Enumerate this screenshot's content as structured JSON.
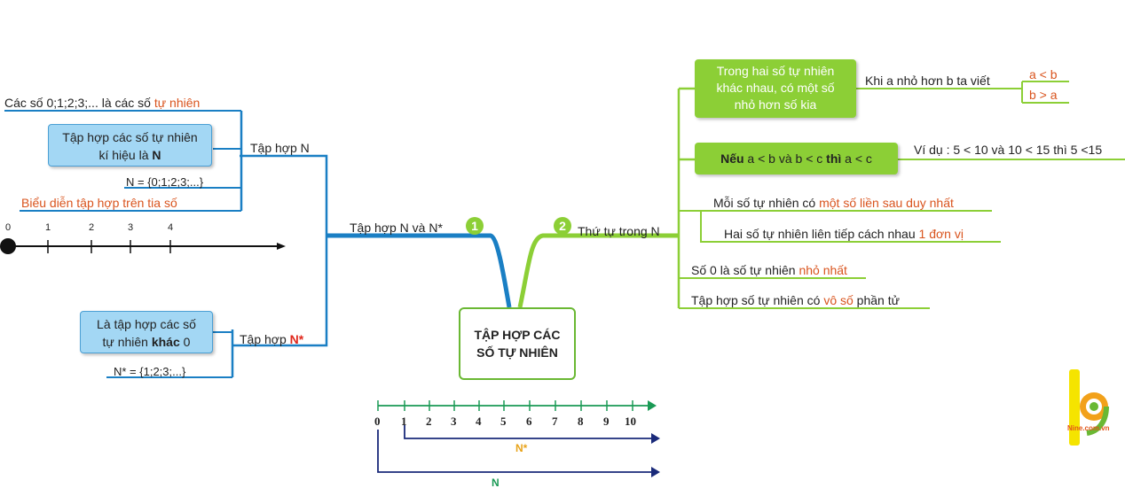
{
  "center": {
    "line1": "TẬP HỢP CÁC",
    "line2": "SỐ TỰ NHIÊN"
  },
  "branch1": {
    "number": "1",
    "label": "Tập hợp N và N*",
    "sub_n": {
      "label": "Tập hợp N",
      "item1": {
        "prefix": "Các số 0;1;2;3;... là các số ",
        "highlight": "tự nhiên"
      },
      "box": {
        "line1": "Tập hợp các số tự nhiên",
        "line2_prefix": "kí hiệu là ",
        "line2_bold": "N"
      },
      "set": "N = {0;1;2;3;...}",
      "ray_label": "Biểu diễn tập hợp trên tia số",
      "ray_ticks": [
        "0",
        "1",
        "2",
        "3",
        "4"
      ]
    },
    "sub_nstar": {
      "label_prefix": "Tập hợp ",
      "label_highlight": "N*",
      "box": {
        "line1": "Là tập hợp các số",
        "line2_prefix": "tự nhiên ",
        "line2_bold": "khác",
        "line2_suffix": " 0"
      },
      "set": "N* = {1;2;3;...}"
    }
  },
  "branch2": {
    "number": "2",
    "label": "Thứ tự trong N",
    "box1": {
      "line1": "Trong hai số tự nhiên",
      "line2": "khác nhau, có một số",
      "line3": "nhỏ hơn số kia"
    },
    "box1_text": "Khi a nhỏ hơn b ta viết",
    "box1_opt1": "a < b",
    "box1_opt2": "b > a",
    "box2": {
      "nếu": "Nếu",
      "mid": " a < b và b < c ",
      "thì": "thì",
      "end": " a < c"
    },
    "box2_example": "Ví dụ : 5 < 10 và 10 < 15 thì 5 <15",
    "item3": {
      "prefix": "Mỗi số tự nhiên có ",
      "highlight": "một số liền sau duy nhất"
    },
    "item4": {
      "prefix": "Hai số tự nhiên liên tiếp cách nhau ",
      "highlight": "1 đơn vị"
    },
    "item5": {
      "prefix": "Số 0 là số tự nhiên ",
      "highlight": "nhỏ nhất"
    },
    "item6": {
      "prefix": "Tập hợp số tự nhiên có ",
      "highlight": "vô số",
      "suffix": " phần tử"
    }
  },
  "number_line": {
    "ticks": [
      "0",
      "1",
      "2",
      "3",
      "4",
      "5",
      "6",
      "7",
      "8",
      "9",
      "10"
    ],
    "nstar_label": "N*",
    "n_label": "N"
  },
  "logo_text": "Nine.com.vn",
  "colors": {
    "blue_branch": "#1a7fc4",
    "green_branch": "#8ccf36",
    "orange": "#d9541e",
    "navy": "#1a2a7a",
    "teal": "#1a9a55"
  }
}
